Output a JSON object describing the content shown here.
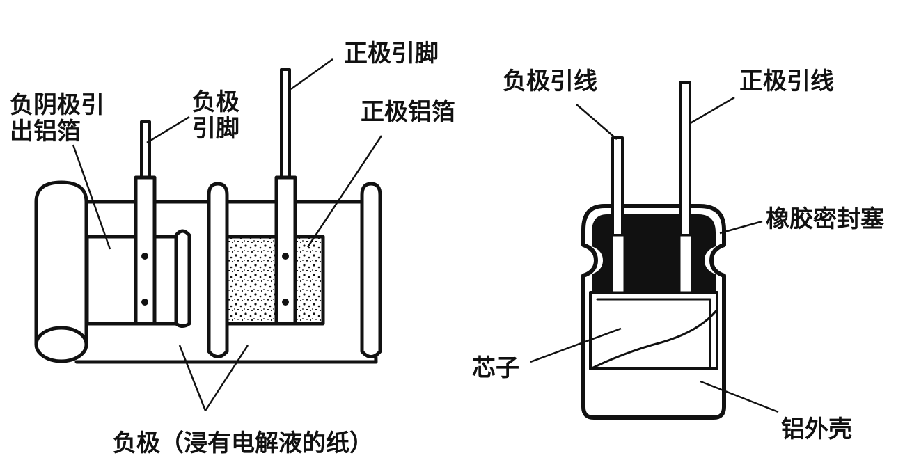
{
  "left_diagram": {
    "labels": {
      "neg_cathode_foil_line1": "负阴极引",
      "neg_cathode_foil_line2": "出铝箔",
      "neg_pin_line1": "负极",
      "neg_pin_line2": "引脚",
      "pos_pin": "正极引脚",
      "pos_foil": "正极铝箔",
      "negative_electrode": "负极（浸有电解液的纸）"
    }
  },
  "right_diagram": {
    "labels": {
      "neg_lead": "负极引线",
      "pos_lead": "正极引线",
      "rubber_seal": "橡胶密封塞",
      "core": "芯子",
      "aluminum_shell": "铝外壳"
    }
  }
}
